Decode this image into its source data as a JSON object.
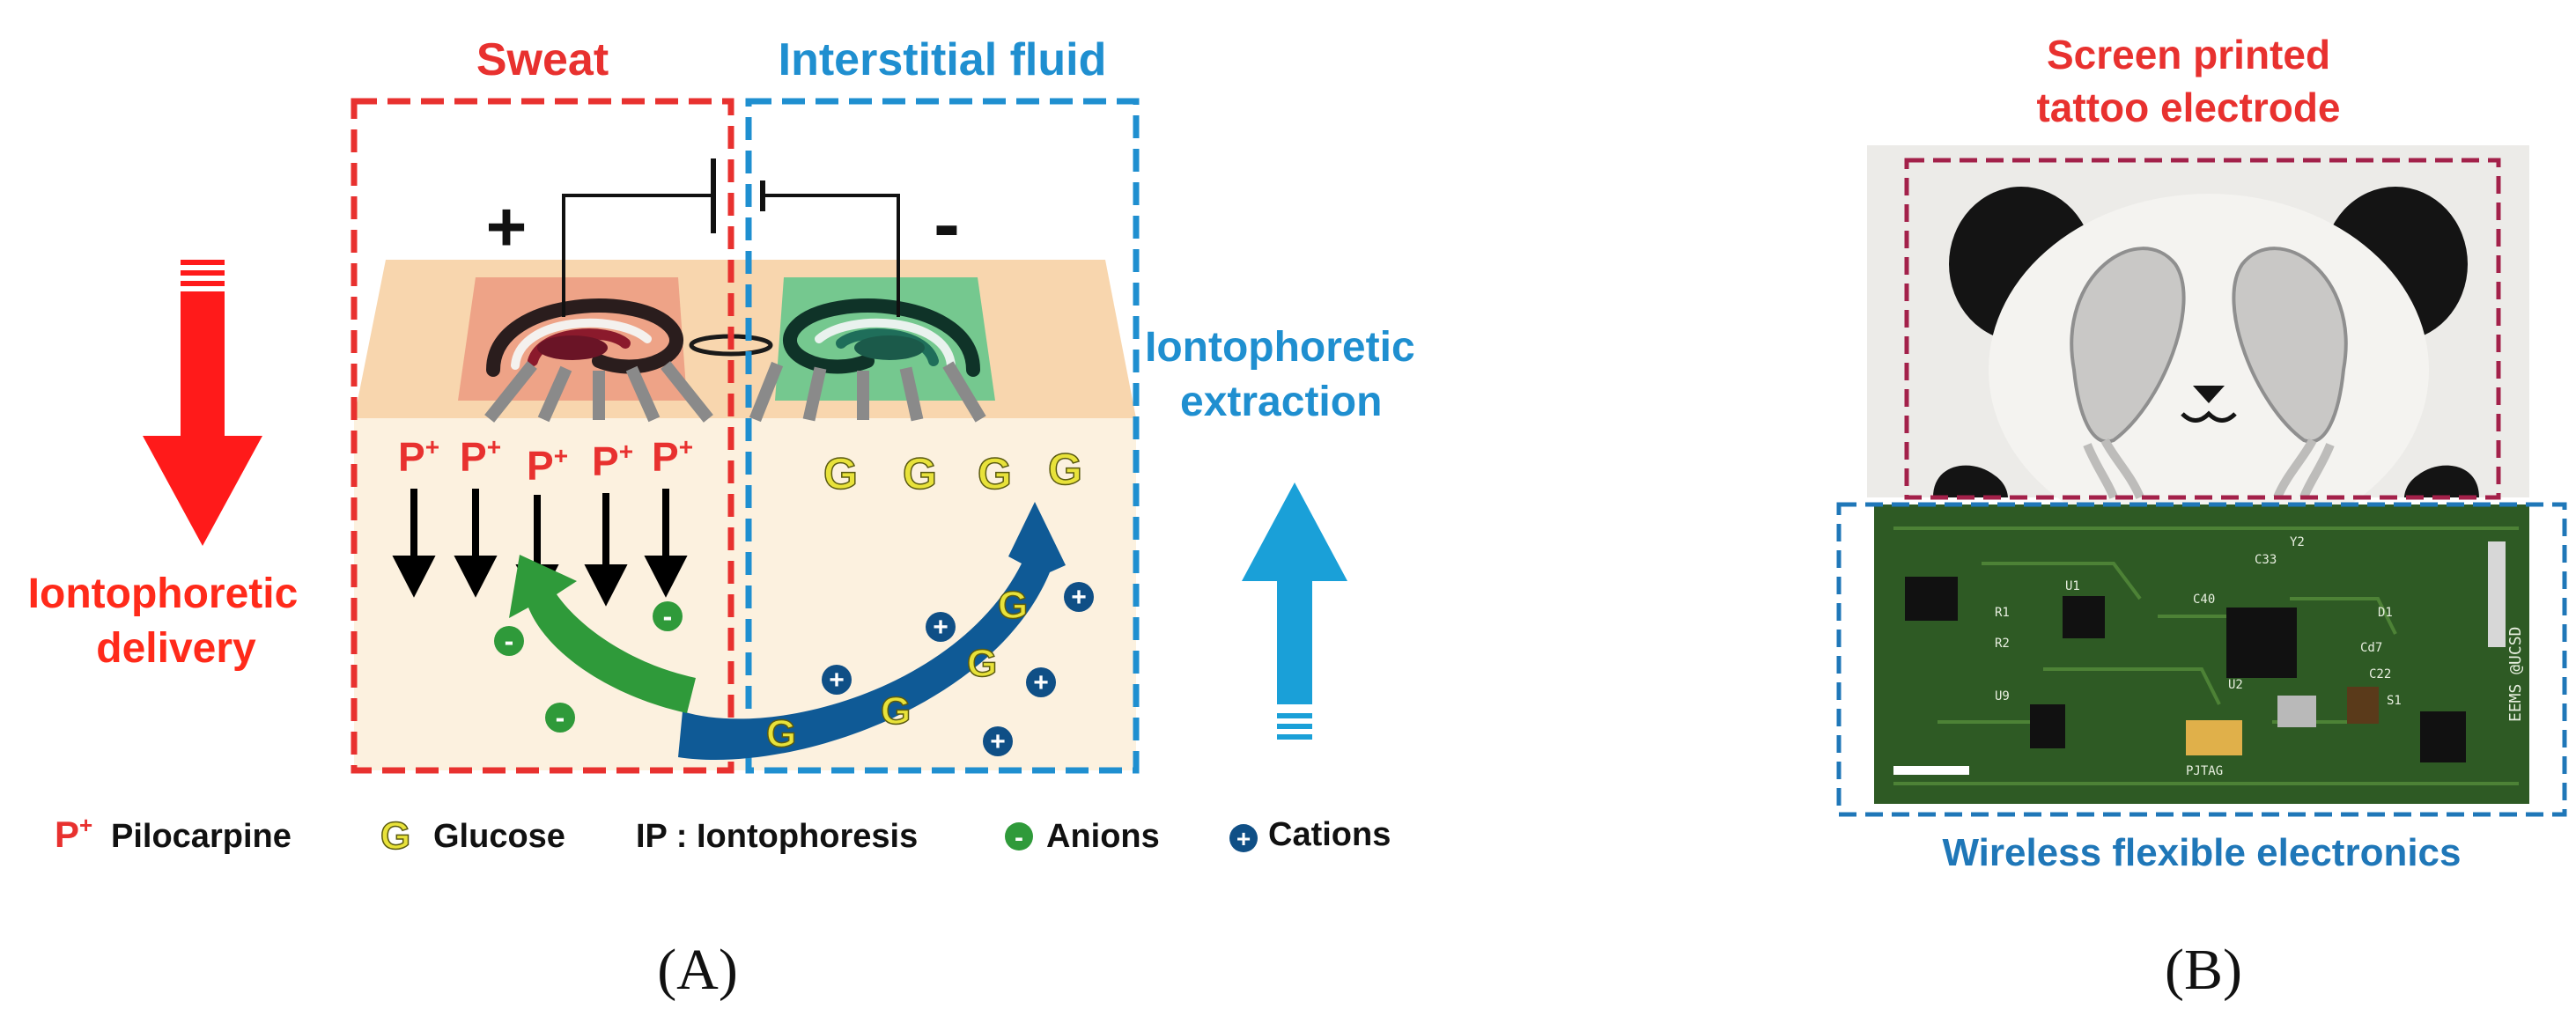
{
  "panel_a": {
    "title_sweat": "Sweat",
    "title_isf": "Interstitial fluid",
    "plus_sign": "+",
    "minus_sign": "-",
    "delivery_line1": "Iontophoretic",
    "delivery_line2": "delivery",
    "extraction_line1": "Iontophoretic",
    "extraction_line2": "extraction",
    "pilocarpine_symbol": "P",
    "pilocarpine_sup": "+",
    "glucose_symbol": "G",
    "anion_symbol": "-",
    "cation_symbol": "+",
    "legend": {
      "pilocarpine": "Pilocarpine",
      "glucose": "Glucose",
      "ip": "IP : Iontophoresis",
      "anions": "Anions",
      "cations": "Cations"
    },
    "label": "(A)"
  },
  "panel_b": {
    "tattoo_line1": "Screen printed",
    "tattoo_line2": "tattoo electrode",
    "electronics": "Wireless flexible electronics",
    "board_marking": "EEMS @UCSD",
    "jtag_label": "PJTAG",
    "component_labels": [
      "U1",
      "U2",
      "U9",
      "R1",
      "R2",
      "C40",
      "Cd7",
      "Y2",
      "C33",
      "D1",
      "S1",
      "C22"
    ],
    "label": "(B)"
  },
  "colors": {
    "sweat_red": "#e8312f",
    "isf_blue": "#1f8fd0",
    "arrow_red": "#ff1a1a",
    "arrow_blue": "#1aa0d8",
    "anion_green": "#2f9a3a",
    "cation_navy": "#0f4f86",
    "glucose_yellow": "#e8e23a",
    "pcb_green": "#2e5a24"
  }
}
